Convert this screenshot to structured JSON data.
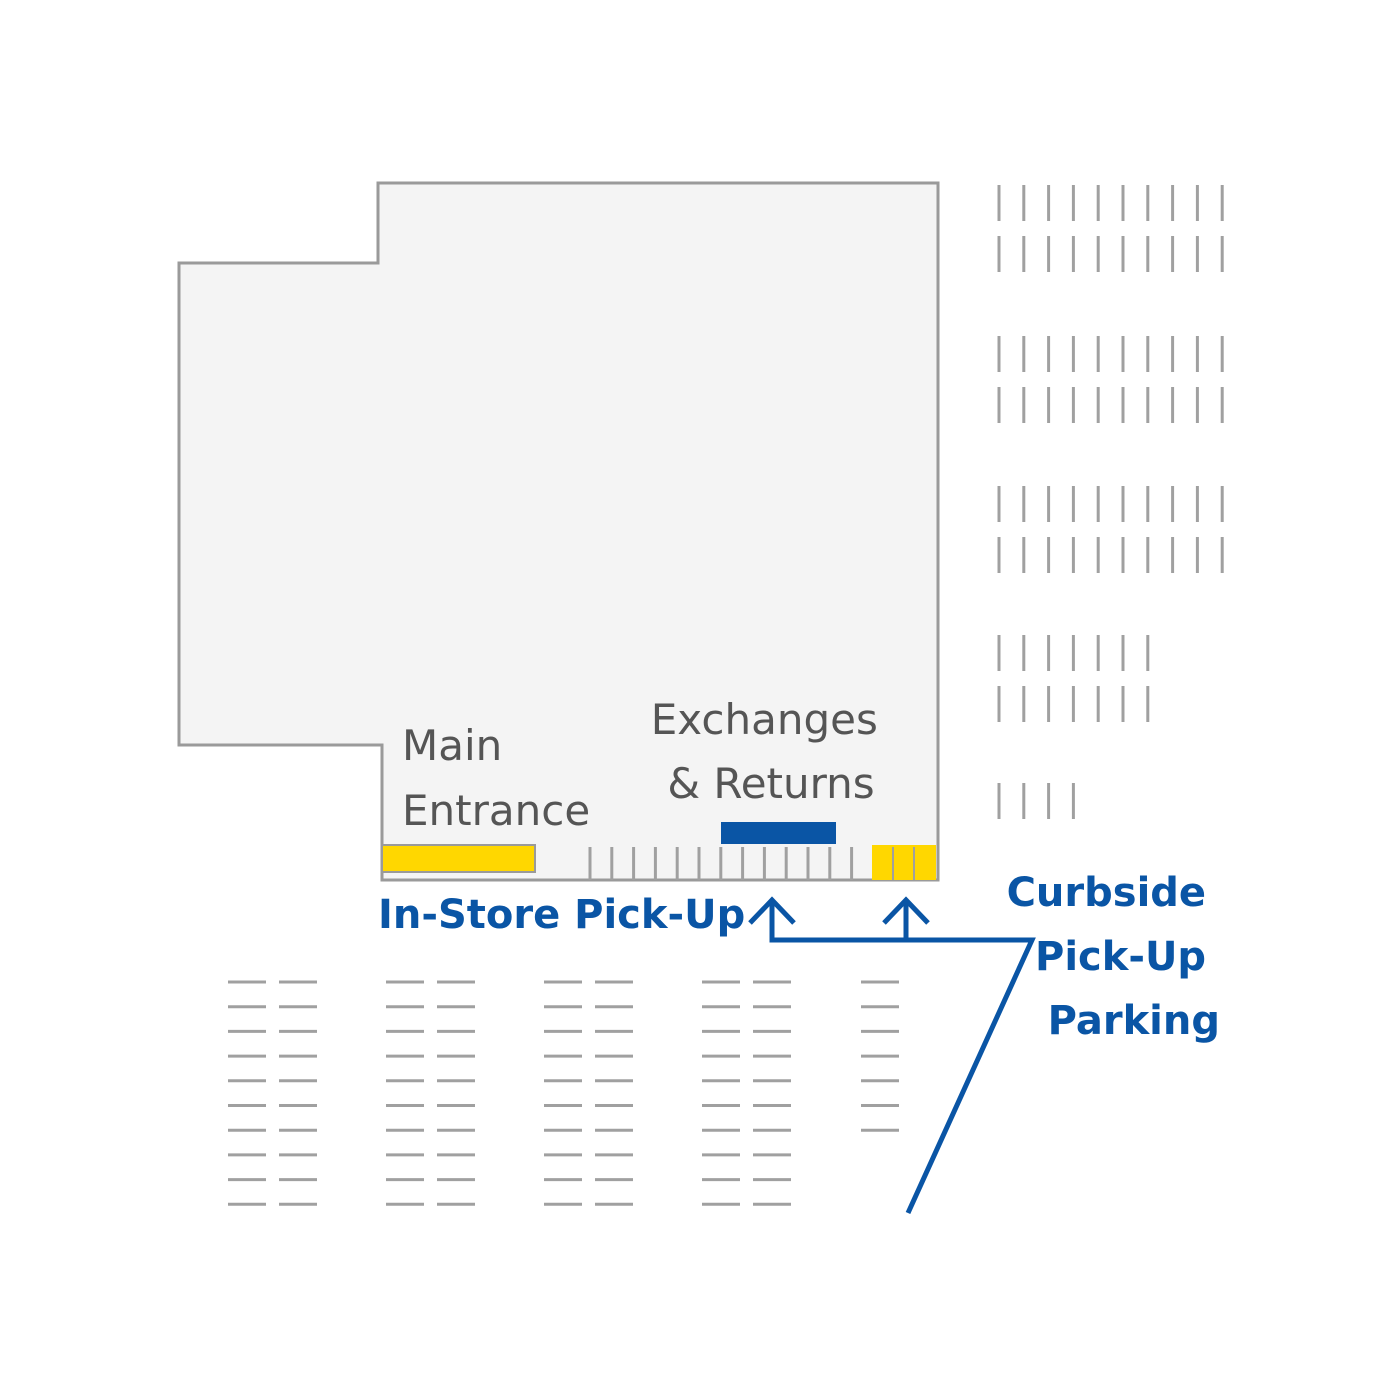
{
  "labels": {
    "main_entrance": [
      "Main",
      "Entrance"
    ],
    "exchanges_returns": [
      "Exchanges",
      "& Returns"
    ],
    "in_store_pickup": "In-Store Pick-Up",
    "curbside": [
      "Curbside",
      "Pick-Up",
      "Parking"
    ]
  },
  "colors": {
    "building_fill": "#f4f4f4",
    "building_stroke": "#9a9a9a",
    "parking_line": "#a0a0a0",
    "entrance_yellow": "#ffd700",
    "returns_blue": "#0a55a5",
    "route_blue": "#0a55a5"
  },
  "icons": [
    "arrow-up-icon",
    "arrow-up-icon"
  ]
}
